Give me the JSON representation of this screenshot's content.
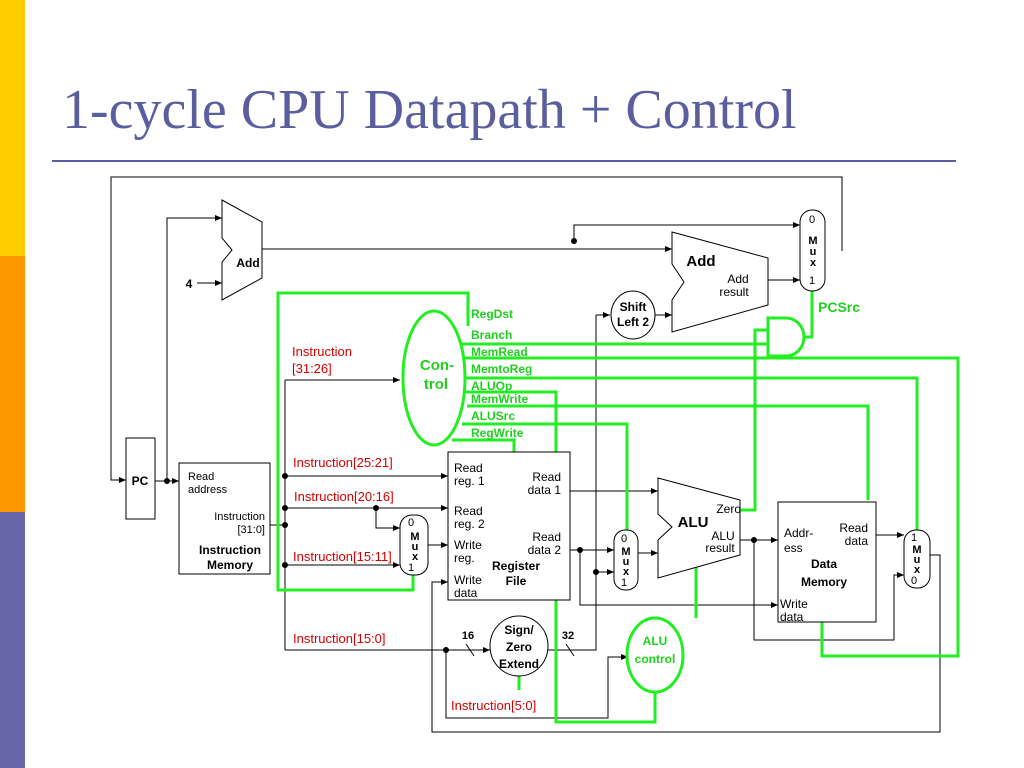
{
  "slide": {
    "title": "1-cycle CPU Datapath + Control",
    "stripe_colors": [
      "#ffcc00",
      "#ff9900",
      "#6666aa"
    ]
  },
  "diagram": {
    "pc": "PC",
    "add_top": "Add",
    "four": "4",
    "add_branch": "Add",
    "add_result": [
      "Add",
      "result"
    ],
    "shift_left": [
      "Shift",
      "Left 2"
    ],
    "pcsrc": "PCSrc",
    "control": [
      "Con-",
      "trol"
    ],
    "control_signals": [
      "RegDst",
      "Branch",
      "MemRead",
      "MemtoReg",
      "ALUOp",
      "MemWrite",
      "ALUSrc",
      "RegWrite"
    ],
    "instruction_memory": {
      "read_address": [
        "Read",
        "address"
      ],
      "instruction": [
        "Instruction",
        "[31:0]"
      ],
      "name": [
        "Instruction",
        "Memory"
      ]
    },
    "instr_labels": {
      "i31_26": [
        "Instruction",
        "[31:26]"
      ],
      "i25_21": "Instruction[25:21]",
      "i20_16": "Instruction[20:16]",
      "i15_11": "Instruction[15:11]",
      "i15_0": "Instruction[15:0]",
      "i5_0": "Instruction[5:0]"
    },
    "register_file": {
      "read_reg1": [
        "Read",
        "reg. 1"
      ],
      "read_reg2": [
        "Read",
        "reg. 2"
      ],
      "write_reg": [
        "Write",
        "reg."
      ],
      "write_data": [
        "Write",
        "data"
      ],
      "read_data1": [
        "Read",
        "data 1"
      ],
      "read_data2": [
        "Read",
        "data 2"
      ],
      "name": [
        "Register",
        "File"
      ]
    },
    "mux_letters": [
      "M",
      "u",
      "x"
    ],
    "mux_regdst": [
      "0",
      "1"
    ],
    "mux_alusrc": [
      "0",
      "1"
    ],
    "mux_pc": [
      "0",
      "1"
    ],
    "mux_memtoreg": [
      "1",
      "0"
    ],
    "alu": {
      "name": "ALU",
      "zero": "Zero",
      "result": [
        "ALU",
        "result"
      ]
    },
    "sign_extend": [
      "Sign/",
      "Zero",
      "Extend"
    ],
    "bits16": "16",
    "bits32": "32",
    "alu_control": [
      "ALU",
      "control"
    ],
    "data_memory": {
      "address": [
        "Addr-",
        "ess"
      ],
      "read_data": [
        "Read",
        "data"
      ],
      "write_data": [
        "Write",
        "data"
      ],
      "name": [
        "Data",
        "Memory"
      ]
    }
  }
}
